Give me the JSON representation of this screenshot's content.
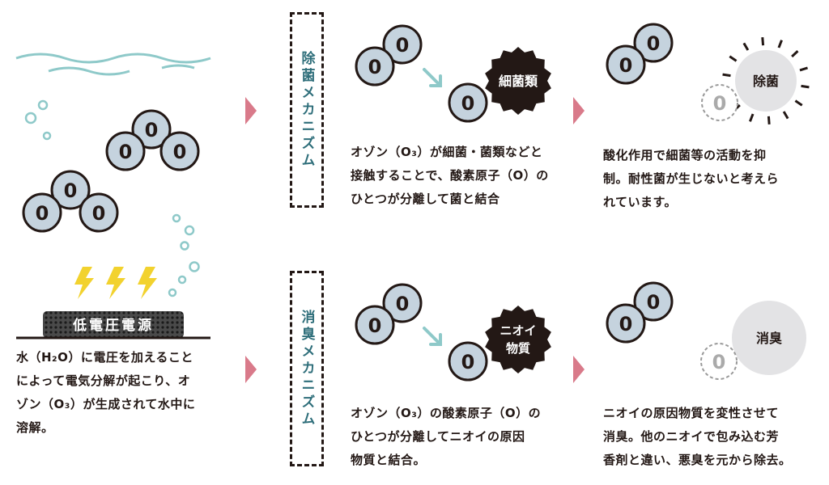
{
  "power_label": "低電圧電源",
  "left_text": "水（H₂O）に電圧を加えること\nによって電気分解が起こり、オ\nゾン（O₃）が生成されて水中に\n溶解。",
  "atom_label": "0",
  "sterilization": {
    "mechanism_label": "除菌メカニズム",
    "target_label": "細菌類",
    "result_label": "除菌",
    "step_text": "オゾン（O₃）が細菌・菌類などと\n接触することで、酸素原子（O）の\nひとつが分離して菌と結合",
    "result_text": "酸化作用で細菌等の活動を抑\n制。耐性菌が生じないと考えら\nれています。"
  },
  "deodorization": {
    "mechanism_label": "消臭メカニズム",
    "target_label_1": "ニオイ",
    "target_label_2": "物質",
    "result_label": "消臭",
    "step_text": "オゾン（O₃）の酸素原子（O）の\nひとつが分離してニオイの原因\n物質と結合。",
    "result_text": "ニオイの原因物質を変性させて\n消臭。他のニオイで包み込む芳\n香剤と違い、悪臭を元から除去。"
  },
  "colors": {
    "atom": "#c5d3de",
    "ink": "#231815",
    "teal": "#2e6e7a",
    "water": "#8ec9c9",
    "arrow": "#d97a8a",
    "bolt": "#f2d22e"
  }
}
